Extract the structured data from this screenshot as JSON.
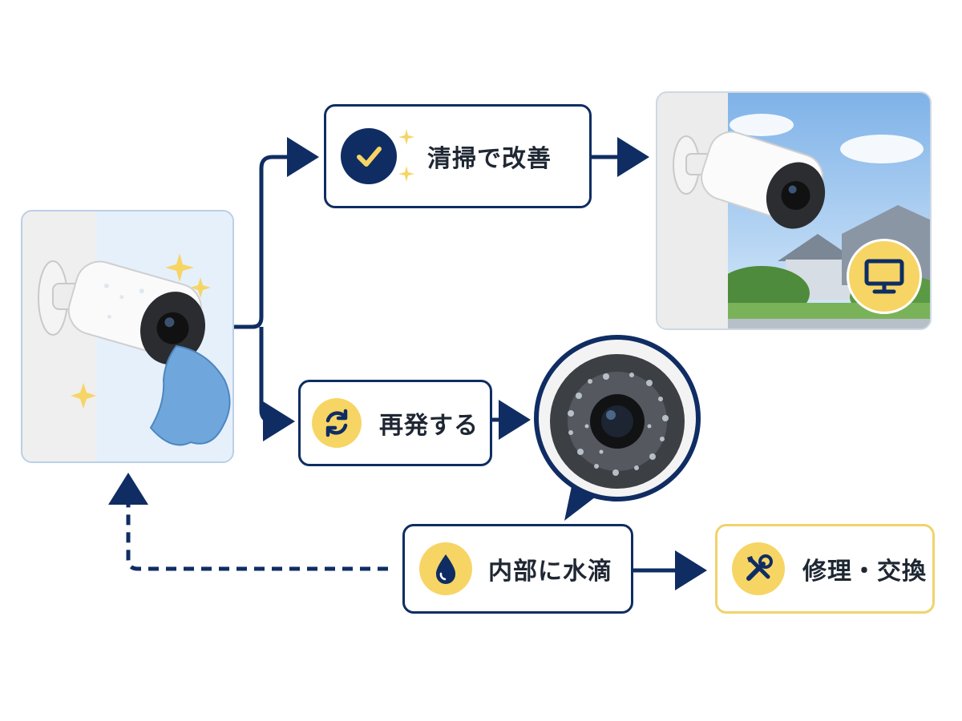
{
  "nodes": {
    "improve": {
      "label": "清掃で改善",
      "icon": "checkmark-icon"
    },
    "recur": {
      "label": "再発する",
      "icon": "refresh-icon"
    },
    "water": {
      "label": "内部に水滴",
      "icon": "water-drop-icon"
    },
    "repair": {
      "label": "修理・交換",
      "icon": "tools-icon"
    }
  },
  "images": {
    "cleaning": "camera-being-wiped-with-cloth",
    "clear_view": "clean-camera-with-clear-outdoor-view",
    "lens_closeup": "lens-closeup-with-condensation-droplets",
    "monitor_badge": "monitor-icon"
  },
  "colors": {
    "navy": "#0f2d63",
    "yellow": "#f6d565",
    "yellow_border": "#f0d36b",
    "panel_bg": "#eaf3fc",
    "panel_border": "#b9cfe6"
  }
}
